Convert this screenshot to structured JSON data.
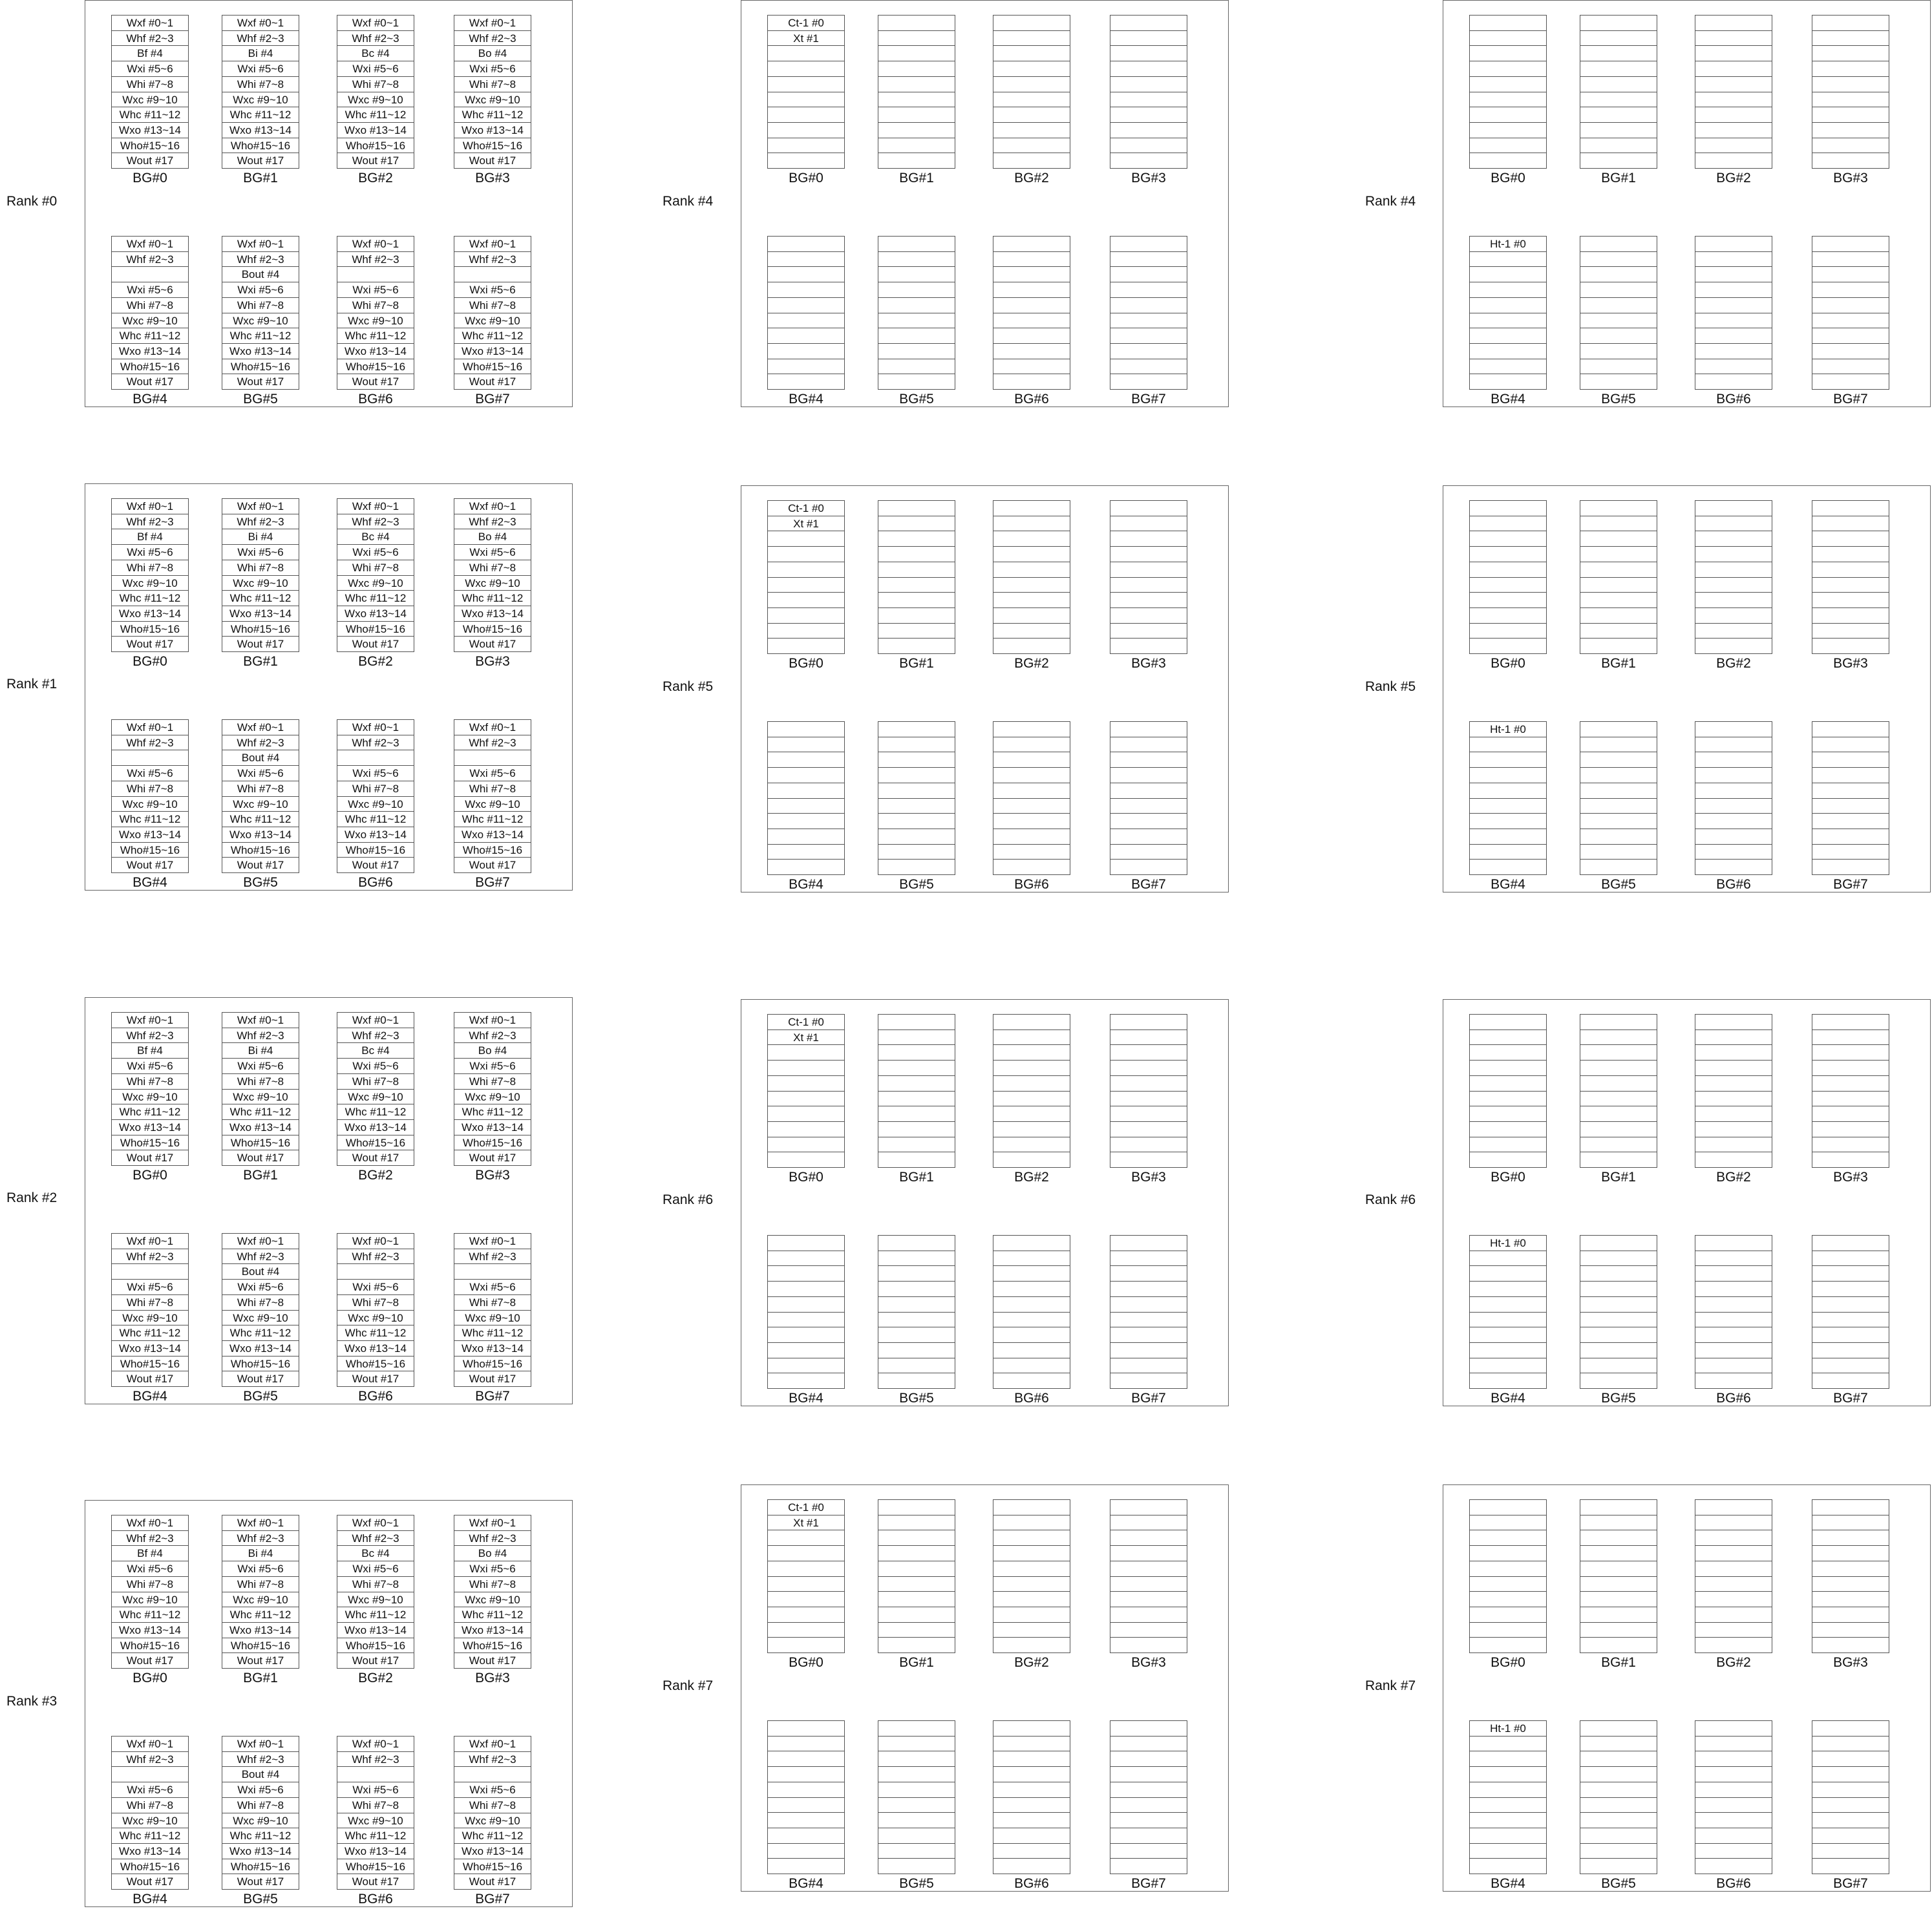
{
  "rank_labels": [
    "Rank #0",
    "Rank #1",
    "Rank #2",
    "Rank #3",
    "Rank #4",
    "Rank #5",
    "Rank #6",
    "Rank #7"
  ],
  "bank_group_labels": [
    "BG#0",
    "BG#1",
    "BG#2",
    "BG#3",
    "BG#4",
    "BG#5",
    "BG#6",
    "BG#7"
  ],
  "weight_bank_groups": [
    [
      "Wxf #0~1",
      "Whf #2~3",
      "Bf #4",
      "Wxi #5~6",
      "Whi #7~8",
      "Wxc #9~10",
      "Whc #11~12",
      "Wxo #13~14",
      "Who#15~16",
      "Wout #17"
    ],
    [
      "Wxf #0~1",
      "Whf #2~3",
      "Bi #4",
      "Wxi #5~6",
      "Whi #7~8",
      "Wxc #9~10",
      "Whc #11~12",
      "Wxo #13~14",
      "Who#15~16",
      "Wout #17"
    ],
    [
      "Wxf #0~1",
      "Whf #2~3",
      "Bc #4",
      "Wxi #5~6",
      "Whi #7~8",
      "Wxc #9~10",
      "Whc #11~12",
      "Wxo #13~14",
      "Who#15~16",
      "Wout #17"
    ],
    [
      "Wxf #0~1",
      "Whf #2~3",
      "Bo #4",
      "Wxi #5~6",
      "Whi #7~8",
      "Wxc #9~10",
      "Whc #11~12",
      "Wxo #13~14",
      "Who#15~16",
      "Wout #17"
    ],
    [
      "Wxf #0~1",
      "Whf #2~3",
      "",
      "Wxi #5~6",
      "Whi #7~8",
      "Wxc #9~10",
      "Whc #11~12",
      "Wxo #13~14",
      "Who#15~16",
      "Wout #17"
    ],
    [
      "Wxf #0~1",
      "Whf #2~3",
      "Bout #4",
      "Wxi #5~6",
      "Whi #7~8",
      "Wxc #9~10",
      "Whc #11~12",
      "Wxo #13~14",
      "Who#15~16",
      "Wout #17"
    ],
    [
      "Wxf #0~1",
      "Whf #2~3",
      "",
      "Wxi #5~6",
      "Whi #7~8",
      "Wxc #9~10",
      "Whc #11~12",
      "Wxo #13~14",
      "Who#15~16",
      "Wout #17"
    ],
    [
      "Wxf #0~1",
      "Whf #2~3",
      "",
      "Wxi #5~6",
      "Whi #7~8",
      "Wxc #9~10",
      "Whc #11~12",
      "Wxo #13~14",
      "Who#15~16",
      "Wout #17"
    ]
  ],
  "state_bank_group_0": [
    "Ct-1 #0",
    "Xt #1",
    "",
    "",
    "",
    "",
    "",
    "",
    "",
    ""
  ],
  "hidden_bank_group_4": [
    "Ht-1 #0",
    "",
    "",
    "",
    "",
    "",
    "",
    "",
    "",
    ""
  ],
  "empty_rows_per_bank": 10
}
